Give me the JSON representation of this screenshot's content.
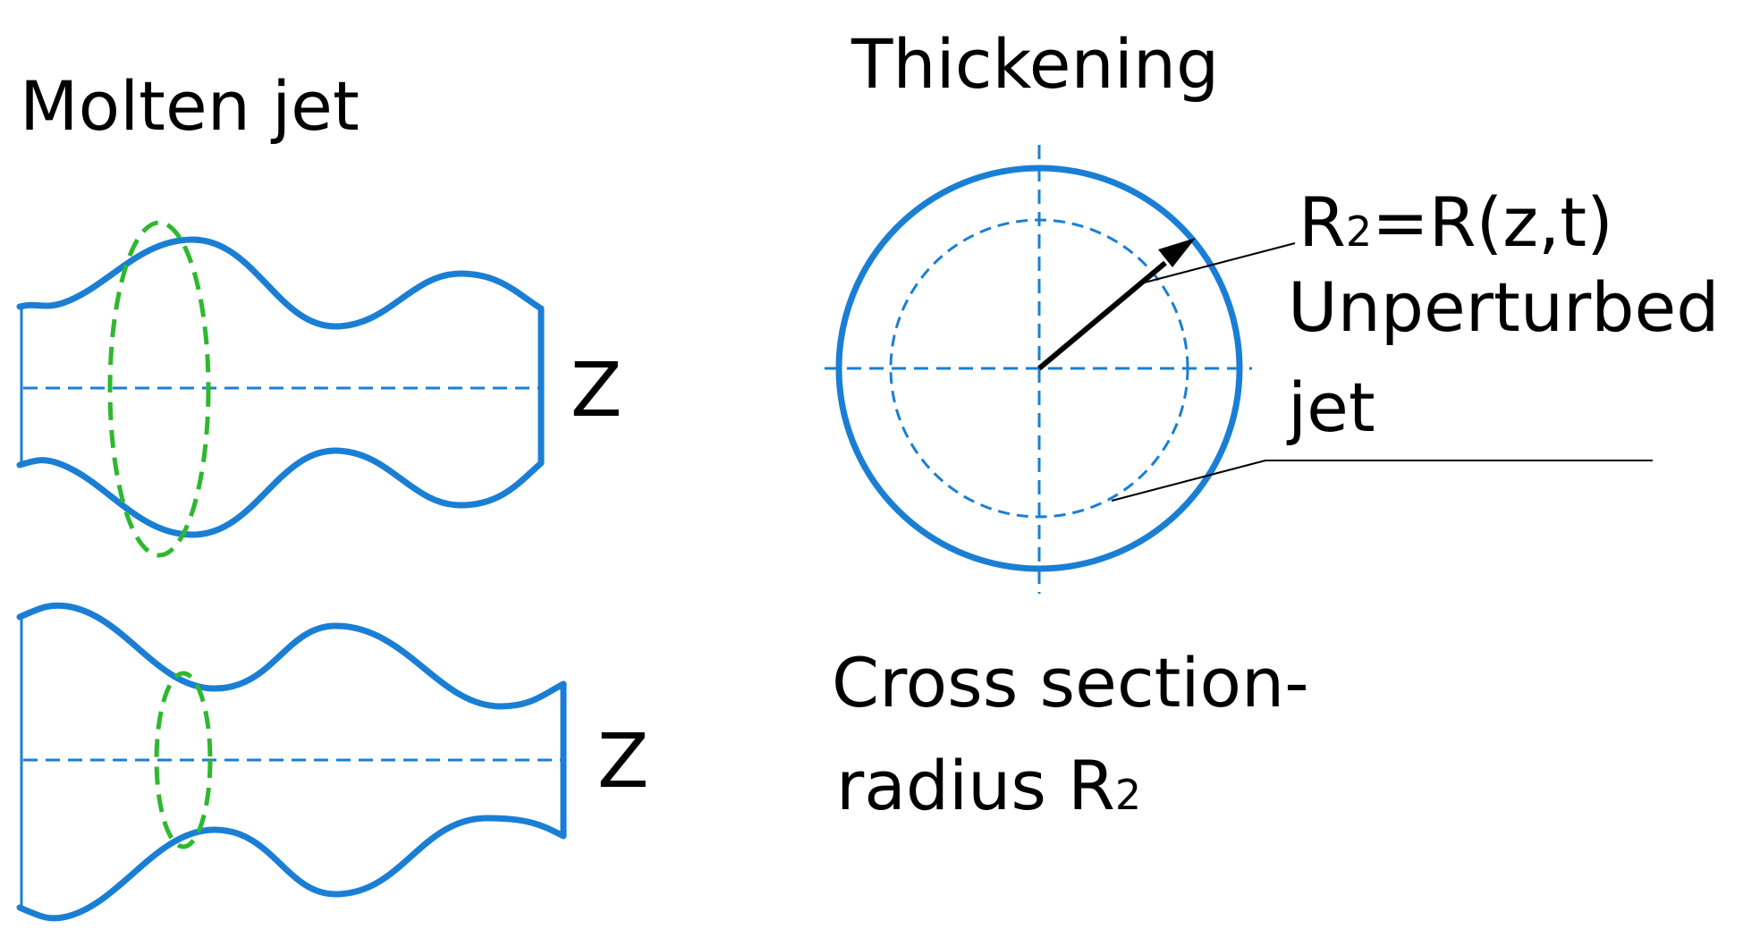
{
  "colors": {
    "jet_outline": "#1a7fd4",
    "perturbation_ring": "#2eb82e",
    "label": "#000000",
    "arrow": "#000000"
  },
  "labels": {
    "molten_jet": "Molten jet",
    "thickening": "Thickening",
    "z_top": "Z",
    "z_bottom": "Z",
    "radius_eq_main": "R",
    "radius_eq_sub": "2",
    "radius_eq_rest": "=R(z,t)",
    "unperturbed_line1": "Unperturbed",
    "unperturbed_line2": "jet",
    "cross_section_line1": "Cross section-",
    "cross_section_line2_main": "radius R",
    "cross_section_line2_sub": "2"
  }
}
